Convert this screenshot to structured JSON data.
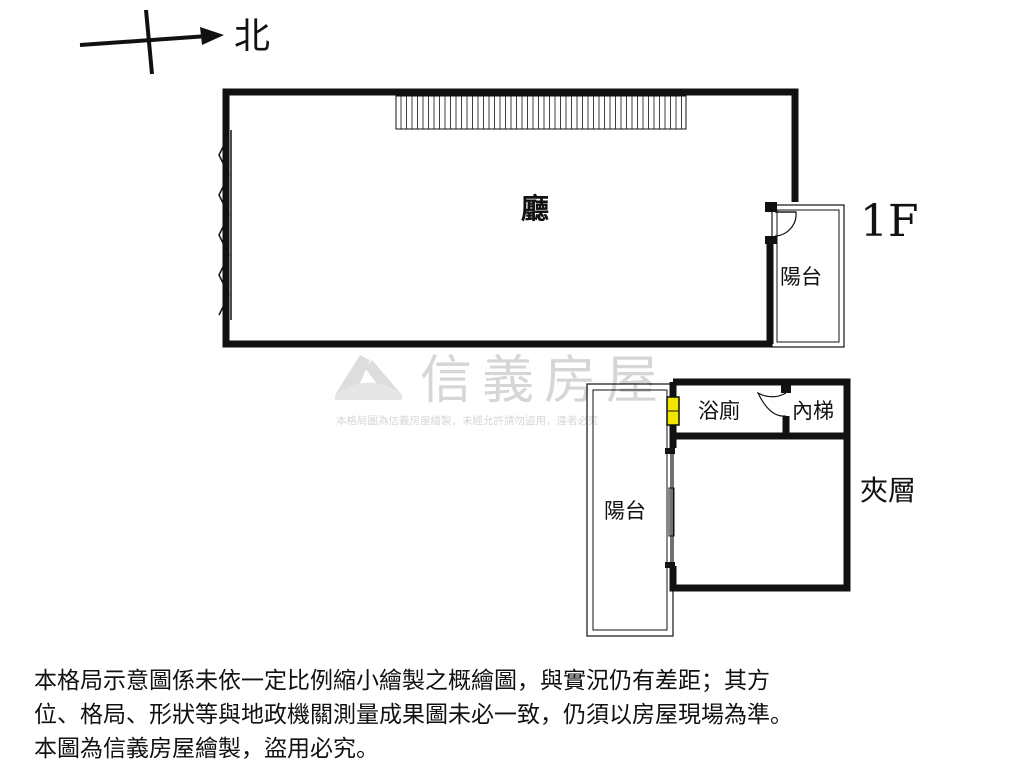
{
  "compass": {
    "label": "北"
  },
  "floor_label": "1F",
  "rooms": {
    "hall": "廳",
    "balcony_1f": "陽台",
    "balcony_mezz": "陽台",
    "bathroom": "浴廁",
    "inner_stairs": "內梯",
    "mezzanine": "夾層"
  },
  "watermark": {
    "brand": "信義房屋",
    "notice": "本格局圖為信義房屋繪製，未經允許請勿盜用，違者必究"
  },
  "disclaimer": {
    "line1": "本格局示意圖係未依一定比例縮小繪製之概繪圖，與實況仍有差距；其方",
    "line2": "位、格局、形狀等與地政機關測量成果圖未必一致，仍須以房屋現場為準。",
    "line3": "本圖為信義房屋繪製，盜用必究。"
  },
  "colors": {
    "wall": "#111111",
    "pillar": "#f2e600",
    "watermark": "#d0d0d0"
  }
}
